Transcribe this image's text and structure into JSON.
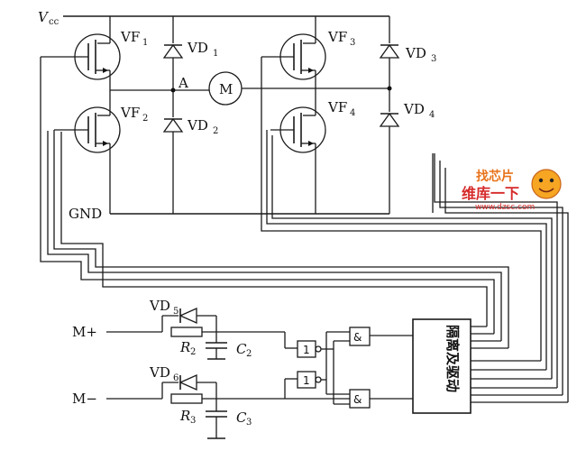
{
  "labels": {
    "vcc_main": "V",
    "vcc_sub": "cc",
    "gnd": "GND",
    "node_a": "A",
    "motor": "M",
    "vf1": "VF",
    "vf1_sub": "1",
    "vf2": "VF",
    "vf2_sub": "2",
    "vf3": "VF",
    "vf3_sub": "3",
    "vf4": "VF",
    "vf4_sub": "4",
    "vd1": "VD",
    "vd1_sub": "1",
    "vd2": "VD",
    "vd2_sub": "2",
    "vd3": "VD",
    "vd3_sub": "3",
    "vd4": "VD",
    "vd4_sub": "4",
    "vd5": "VD",
    "vd5_sub": "5",
    "vd6": "VD",
    "vd6_sub": "6",
    "r2": "R",
    "r2_sub": "2",
    "r3": "R",
    "r3_sub": "3",
    "c2": "C",
    "c2_sub": "2",
    "c3": "C",
    "c3_sub": "3",
    "m_plus": "M+",
    "m_minus": "M−",
    "not1": "1",
    "not2": "1",
    "and1": "&",
    "and2": "&",
    "driver": "隔离及驱动"
  },
  "watermark": {
    "line1": "找芯片",
    "line2": "维库一下",
    "url": "www.dzsc.com",
    "accent_color": "#e8731a",
    "secondary_color": "#d62b2b"
  }
}
